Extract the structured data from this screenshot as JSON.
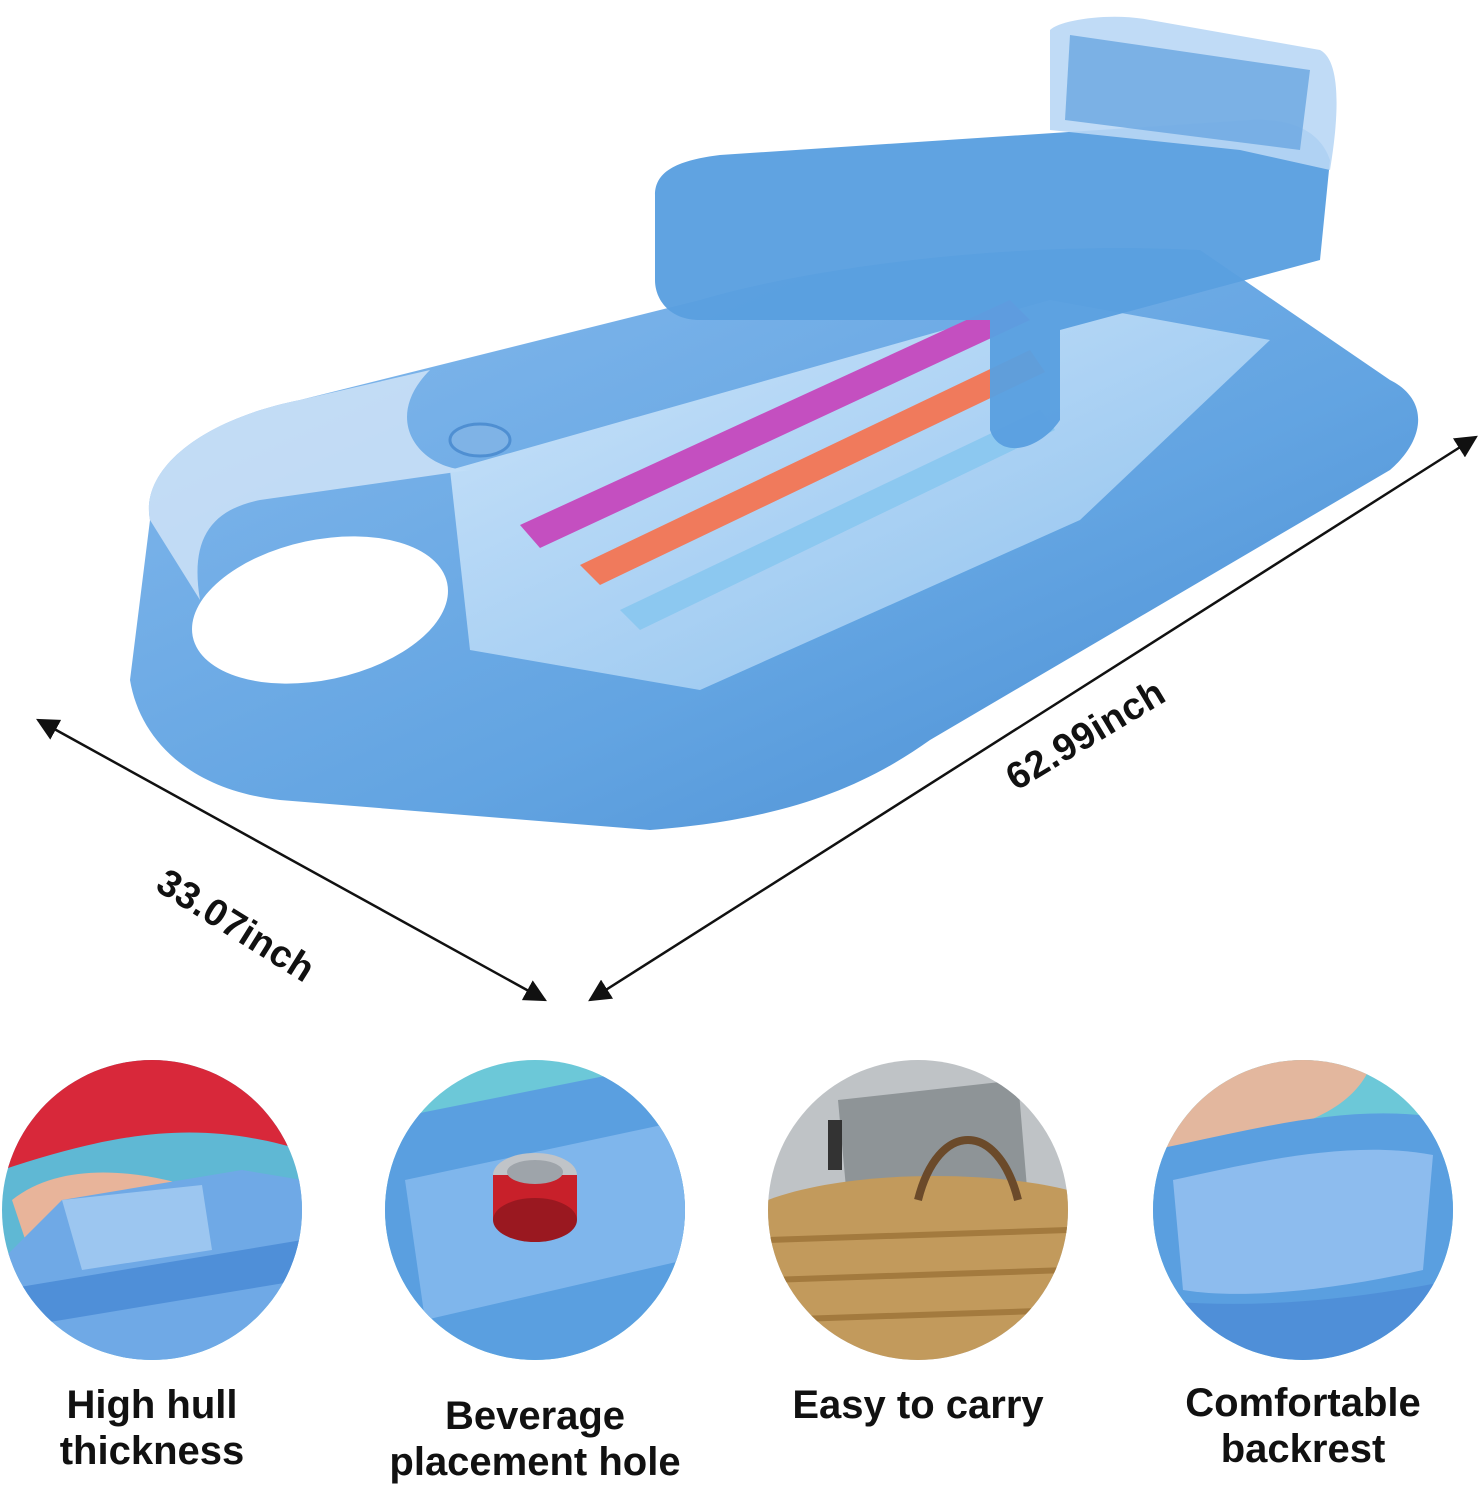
{
  "dimensions": {
    "width": "33.07inch",
    "length": "62.99inch"
  },
  "features": [
    {
      "line1": "High hull",
      "line2": "thickness",
      "image": "armrest-closeup"
    },
    {
      "line1": "Beverage",
      "line2": "placement hole",
      "image": "cup-holder-with-can"
    },
    {
      "line1": "Easy to carry",
      "line2": "",
      "image": "float-in-straw-bag"
    },
    {
      "line1": "Comfortable",
      "line2": "backrest",
      "image": "backrest-closeup"
    }
  ],
  "colors": {
    "float_blue": "#5a9fe0",
    "float_light": "#a9cdf2",
    "stripe_pink": "#c44fc0",
    "stripe_orange": "#f07a5c",
    "water": "#6cc8d8"
  }
}
